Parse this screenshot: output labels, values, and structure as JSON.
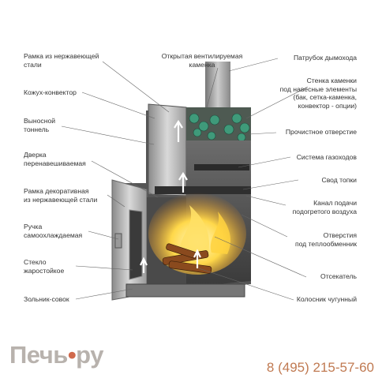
{
  "labels": {
    "frame_steel": "Рамка из нержавеющей\nстали",
    "casing_convector": "Кожух-конвектор",
    "tunnel": "Выносной\nтоннель",
    "door": "Дверка\nперенавешиваемая",
    "frame_decor": "Рамка декоративная\nиз нержавеющей стали",
    "handle": "Ручка\nсамоохлаждаемая",
    "glass": "Стекло\nжаростойкое",
    "ash_pan": "Зольник-совок",
    "open_stove": "Открытая вентилируемая\nкаменка",
    "chimney_pipe": "Патрубок дымохода",
    "stove_wall": "Стенка каменки\nпод навесные элементы\n(бак, сетка-каменка,\nконвектор - опции)",
    "clean_hole": "Прочистное отверстие",
    "gas_system": "Система газоходов",
    "firebox_vault": "Свод топки",
    "air_channel": "Канал подачи\nподогретого воздуха",
    "heat_exchanger": "Отверстия\nпод теплообменник",
    "cutoff": "Отсекатель",
    "grate": "Колосник чугунный"
  },
  "brand": {
    "logo_main": "Печь",
    "logo_dot": "•",
    "logo_tail": "ру",
    "phone": "8 (495) 215-57-60"
  },
  "colors": {
    "text": "#333333",
    "logo": "#b8b2ad",
    "accent": "#d0694c",
    "phone": "#c07a52"
  }
}
